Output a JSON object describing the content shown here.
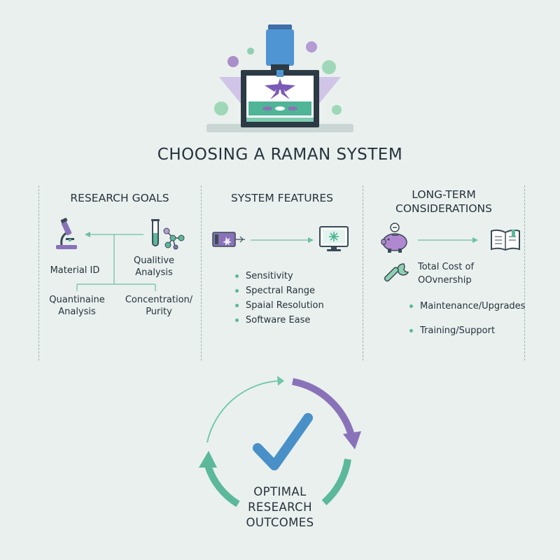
{
  "title": "CHOOSING A RAMAN SYSTEM",
  "columns": {
    "research_goals": {
      "title": "RESEARCH GOALS",
      "labels": {
        "material_id": "Material ID",
        "qualitative_1": "Qualitive",
        "qualitative_2": "Analysis",
        "quantitative_1": "Quantinaine",
        "quantitative_2": "Analysis",
        "concentration_1": "Concentration/",
        "concentration_2": "Purity"
      }
    },
    "system_features": {
      "title": "SYSTEM FEATURES",
      "items": [
        "Sensitivity",
        "Spectral Range",
        "Spaial Resolution",
        "Software Ease"
      ]
    },
    "long_term": {
      "title_1": "LONG-TERM",
      "title_2": "CONSIDERATIONS",
      "total_cost_1": "Total Cost of",
      "total_cost_2": "OOvnership",
      "items": [
        "Maintenance/Upgrades",
        "Training/Support"
      ]
    }
  },
  "outcome": {
    "line_1": "OPTIMAL",
    "line_2": "RESEARCH",
    "line_3": "OUTCOMES"
  },
  "colors": {
    "green": "#5bb89a",
    "purple": "#8a72b8",
    "blue": "#4a90c8",
    "dark": "#26323c"
  },
  "icons": [
    "microscope-icon",
    "test-tube-icon",
    "molecule-icon",
    "laser-module-icon",
    "monitor-icon",
    "piggy-bank-icon",
    "book-icon",
    "wrench-icon",
    "checkmark-icon"
  ]
}
